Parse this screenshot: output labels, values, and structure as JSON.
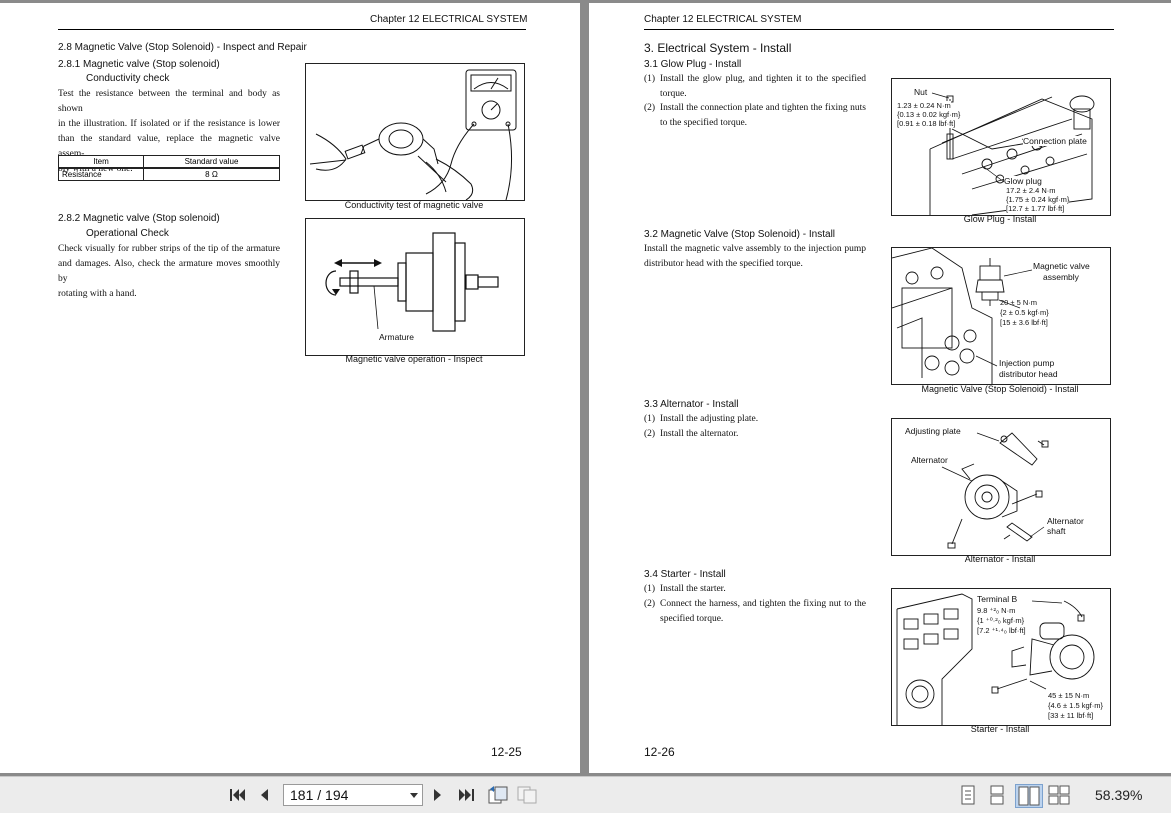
{
  "left_page": {
    "chapter": "Chapter 12  ELECTRICAL SYSTEM",
    "s1": {
      "title": "2.8   Magnetic Valve (Stop Solenoid) - Inspect and Repair",
      "sub": "2.8.1   Magnetic valve (Stop solenoid)",
      "sub2": "Conductivity check",
      "lines": [
        "Test the resistance between the terminal and body as shown",
        "in the illustration. If isolated or if the resistance is lower",
        "than the standard value, replace the magnetic valve assem-",
        "bly with a new one."
      ],
      "table": {
        "headers": [
          "Item",
          "Standard value"
        ],
        "rows": [
          [
            "Resistance",
            "8 Ω"
          ]
        ]
      },
      "figure_caption": "Conductivity test of magnetic valve"
    },
    "s2": {
      "sub": "2.8.2   Magnetic valve (Stop solenoid)",
      "sub2": "Operational Check",
      "lines": [
        "Check visually for rubber strips of the tip of the armature",
        "and damages. Also, check the armature moves smoothly by",
        "rotating with a hand."
      ],
      "figure_label": "Armature",
      "figure_caption": "Magnetic valve operation - Inspect"
    },
    "page_number": "12-25"
  },
  "right_page": {
    "chapter": "Chapter 12 ELECTRICAL SYSTEM",
    "title": "3. Electrical System - Install",
    "s31": {
      "title": "3.1    Glow Plug - Install",
      "items": [
        {
          "n": "(1)",
          "lines": [
            "Install the glow plug, and tighten it to the specified",
            "torque."
          ]
        },
        {
          "n": "(2)",
          "lines": [
            "Install the connection plate and tighten the fixing nuts",
            "to the specified torque."
          ]
        }
      ],
      "fig": {
        "nut": "Nut",
        "nut_t1": "1.23 ± 0.24 N·m",
        "nut_t2": "{0.13 ± 0.02 kgf·m}",
        "nut_t3": "[0.91 ± 0.18 lbf·ft]",
        "connection_plate": "Connection plate",
        "glow_plug": "Glow plug",
        "gp_t1": "17.2 ± 2.4 N·m",
        "gp_t2": "{1.75 ± 0.24 kgf·m}",
        "gp_t3": "[12.7 ± 1.77 lbf·ft]",
        "caption": "Glow Plug - Install"
      }
    },
    "s32": {
      "title": "3.2    Magnetic Valve (Stop Solenoid) - Install",
      "lines": [
        "Install the magnetic valve assembly to the injection pump",
        "distributor head with the specified torque."
      ],
      "fig": {
        "mv1": "Magnetic valve",
        "mv2": "assembly",
        "t1": "20 ± 5 N·m",
        "t2": "{2 ± 0.5 kgf·m}",
        "t3": "[15 ± 3.6 lbf·ft]",
        "ip1": "Injection pump",
        "ip2": "distributor head",
        "caption": "Magnetic Valve (Stop Solenoid) - Install"
      }
    },
    "s33": {
      "title": "3.3    Alternator - Install",
      "items": [
        {
          "n": "(1)",
          "lines": [
            "Install the adjusting plate."
          ]
        },
        {
          "n": "(2)",
          "lines": [
            "Install the alternator."
          ]
        }
      ],
      "fig": {
        "adj": "Adjusting plate",
        "alt": "Alternator",
        "shaft1": "Alternator",
        "shaft2": "shaft",
        "caption": "Alternator - Install"
      }
    },
    "s34": {
      "title": "3.4    Starter - Install",
      "items": [
        {
          "n": "(1)",
          "lines": [
            "Install the starter."
          ]
        },
        {
          "n": "(2)",
          "lines": [
            "Connect the harness, and tighten the fixing nut to the",
            "specified torque."
          ]
        }
      ],
      "fig": {
        "terminal": "Terminal B",
        "tb1": "9.8 ⁺²₀ N·m",
        "tb2": "{1 ⁺⁰·²₀ kgf·m}",
        "tb3": "[7.2 ⁺¹·⁴₀ lbf·ft]",
        "b1": "45 ± 15 N·m",
        "b2": "{4.6 ± 1.5 kgf·m}",
        "b3": "[33 ± 11 lbf·ft]",
        "caption": "Starter - Install"
      }
    },
    "page_number": "12-26"
  },
  "toolbar": {
    "page_field": "181 / 194",
    "zoom": "58.39%"
  }
}
